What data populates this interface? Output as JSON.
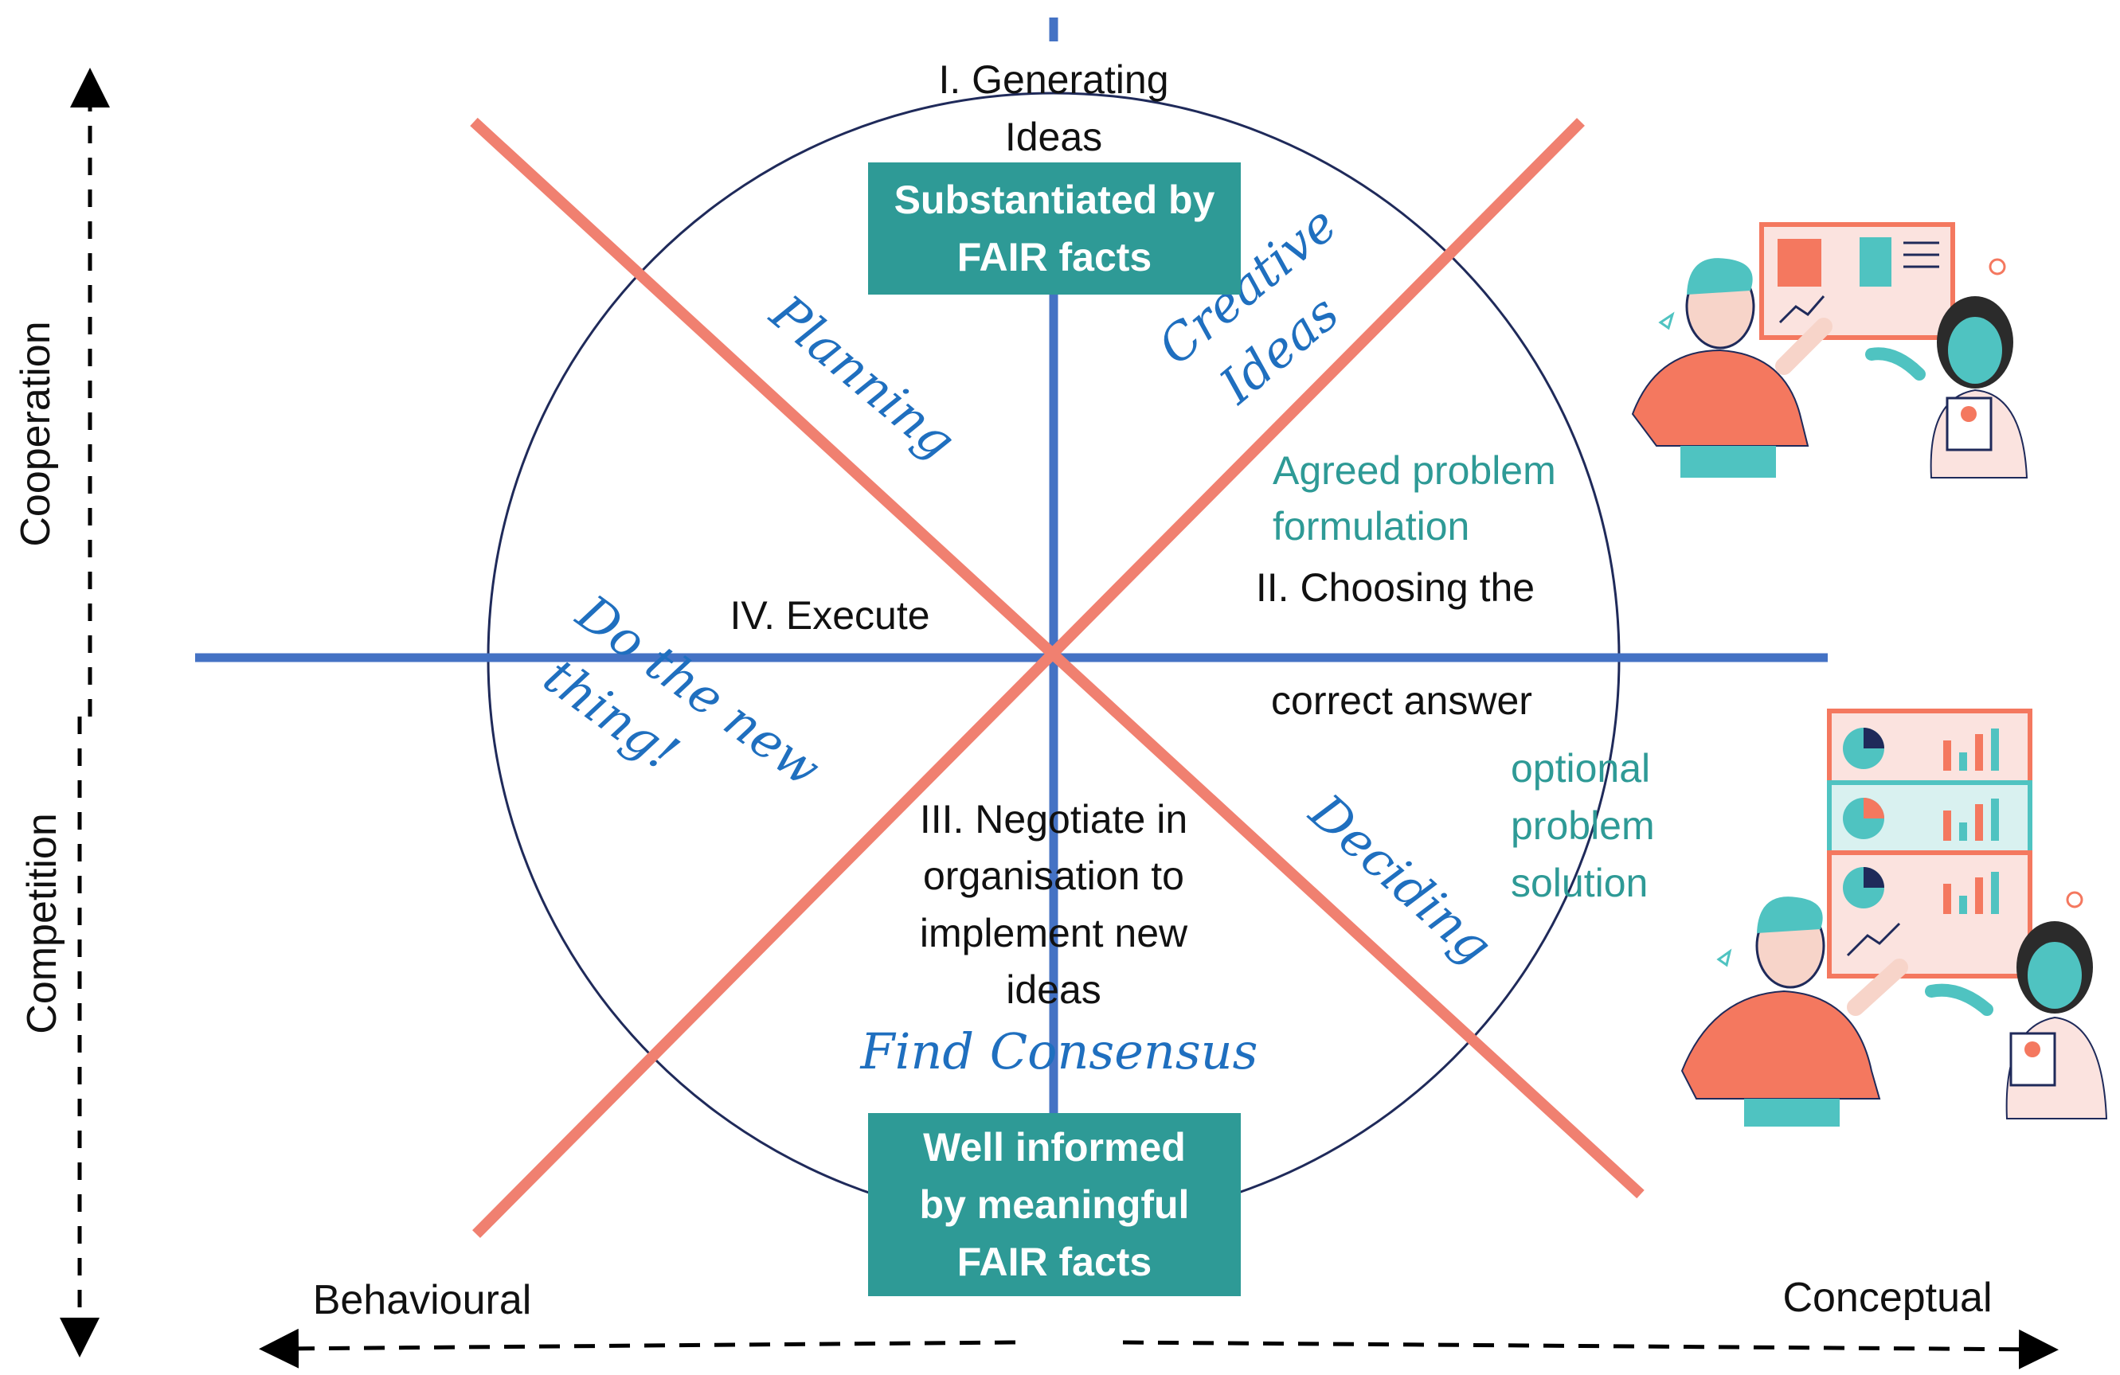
{
  "axes": {
    "vertical_top": "Cooperation",
    "vertical_bottom": "Competition",
    "horizontal_left": "Behavioural",
    "horizontal_right": "Conceptual"
  },
  "phases": {
    "p1_line1": "I. Generating",
    "p1_line2": "Ideas",
    "p2_line1": "II. Choosing the",
    "p2_line2": "correct answer",
    "p3_line1": "III. Negotiate in",
    "p3_line2": "organisation to",
    "p3_line3": "implement new",
    "p3_line4": "ideas",
    "p4": "IV. Execute"
  },
  "boxes": {
    "top_line1": "Substantiated by",
    "top_line2": "FAIR facts",
    "bottom_line1": "Well informed",
    "bottom_line2": "by meaningful",
    "bottom_line3": "FAIR facts"
  },
  "handwritten": {
    "planning": "Planning",
    "creative_line1": "Creative",
    "creative_line2": "Ideas",
    "do_line1": "Do the new",
    "do_line2": "thing!",
    "deciding": "Deciding",
    "consensus": "Find Consensus"
  },
  "teal_notes": {
    "agreed_line1": "Agreed problem",
    "agreed_line2": "formulation",
    "optional_line1": "optional",
    "optional_line2": "problem",
    "optional_line3": "solution"
  },
  "colors": {
    "blue_axis": "#4472c4",
    "salmon_diagonal": "#f08070",
    "teal": "#2e9a96",
    "script_blue": "#1f6fbf",
    "circle": "#1f2a5a",
    "illustration_teal": "#4fc3c1",
    "illustration_orange": "#f4785f"
  },
  "icons": [
    "presenter-man-icon",
    "presenter-woman-icon",
    "dashboard-board-icon",
    "report-board-icon"
  ]
}
